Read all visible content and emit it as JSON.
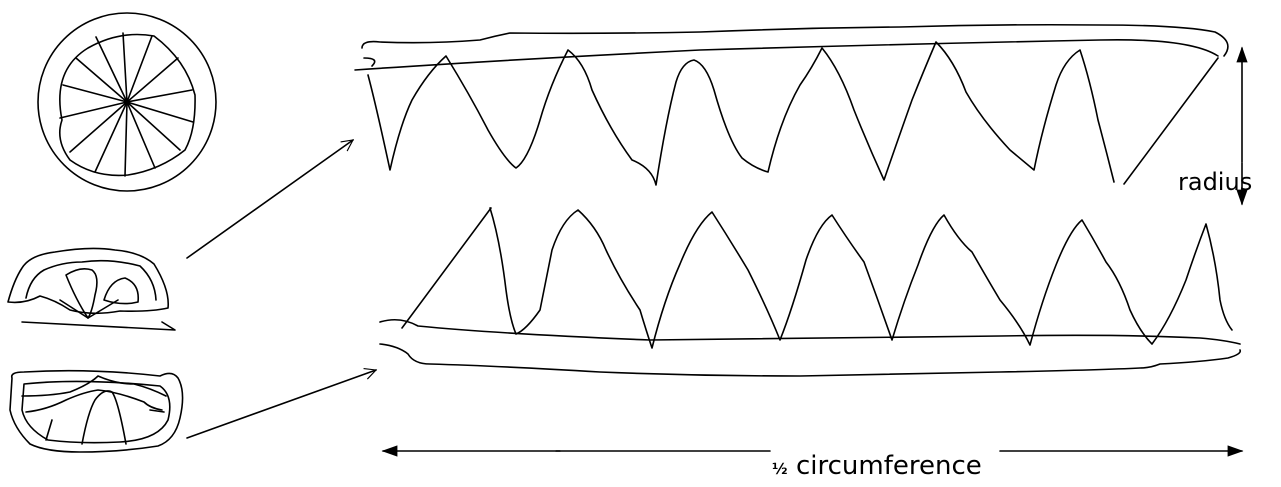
{
  "diagram": {
    "labels": {
      "radius": "radius",
      "half_fraction": "½",
      "circumference": "circumference"
    },
    "colors": {
      "ink": "#000000",
      "background": "#ffffff"
    }
  }
}
